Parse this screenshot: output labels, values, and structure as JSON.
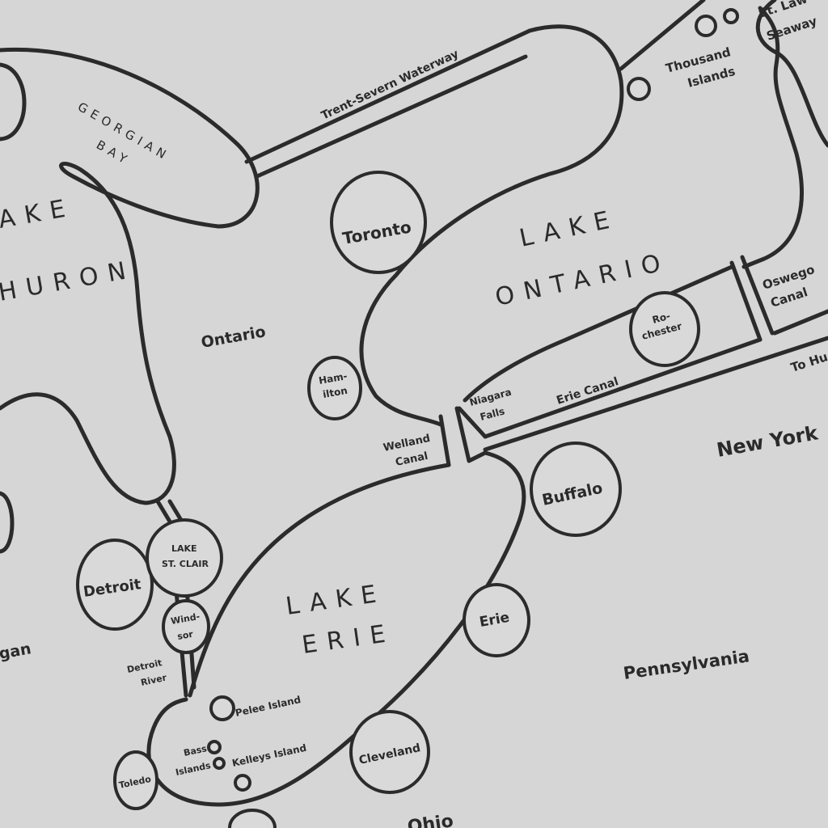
{
  "lakes": {
    "georgian_1": "GEORGIAN",
    "georgian_2": "BAY",
    "huron_1": "AKE",
    "huron_2": "HURON",
    "ontario_1": "LAKE",
    "ontario_2": "ONTARIO",
    "erie_1": "LAKE",
    "erie_2": "ERIE",
    "st_clair_1": "LAKE",
    "st_clair_2": "ST. CLAIR"
  },
  "waterways": {
    "trent_severn": "Trent-Severn Waterway",
    "welland_1": "Welland",
    "welland_2": "Canal",
    "erie_canal": "Erie Canal",
    "oswego_1": "Oswego",
    "oswego_2": "Canal",
    "st_lawrence_1": "St. Law",
    "st_lawrence_2": "Seaway",
    "detroit_river_1": "Detroit",
    "detroit_river_2": "River",
    "to_hudson": "To Hu"
  },
  "regions": {
    "ontario": "Ontario",
    "new_york": "New York",
    "pennsylvania": "Pennsylvania",
    "michigan": "gan",
    "ohio": "Ohio"
  },
  "cities": {
    "toronto": "Toronto",
    "hamilton_1": "Ham-",
    "hamilton_2": "ilton",
    "rochester_1": "Ro-",
    "rochester_2": "chester",
    "niagara_1": "Niagara",
    "niagara_2": "Falls",
    "buffalo": "Buffalo",
    "detroit": "Detroit",
    "windsor_1": "Wind-",
    "windsor_2": "sor",
    "erie": "Erie",
    "cleveland": "Cleveland",
    "toledo": "Toledo"
  },
  "islands": {
    "thousand_1": "Thousand",
    "thousand_2": "Islands",
    "pelee": "Pelee Island",
    "bass_1": "Bass",
    "bass_2": "Islands",
    "kelleys": "Kelleys Island"
  }
}
